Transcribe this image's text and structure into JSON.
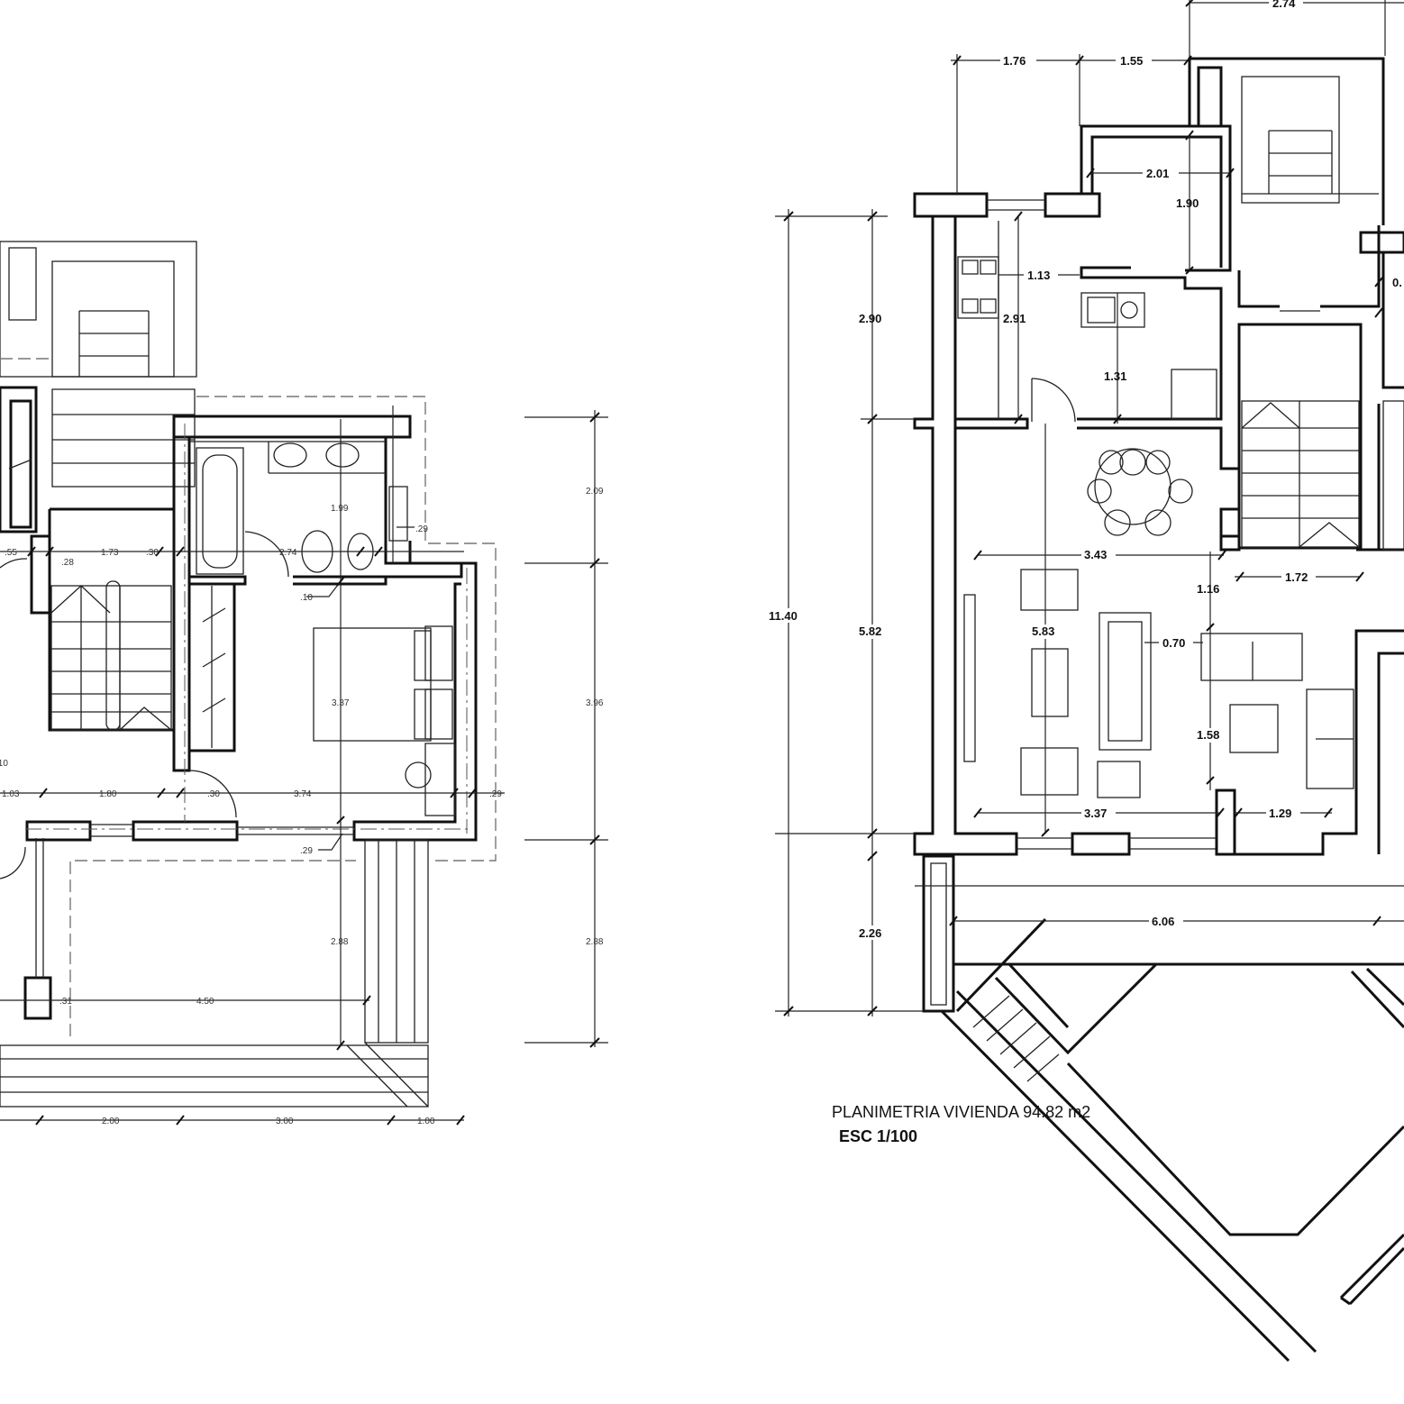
{
  "title": {
    "plan_name": "PLANIMETRIA VIVIENDA  94.82 m2",
    "scale": "ESC 1/100"
  },
  "left_plan": {
    "dims": {
      "v_209": "2.09",
      "v_396": "3.96",
      "v_288_outer": "2.88",
      "h_199": "1.99",
      "s_29_top": ".29",
      "s_55": ".55",
      "h_173": "1.73",
      "s_30_a": ".30",
      "h_274": "2.74",
      "s_28": ".28",
      "s_10_wc": ".10",
      "v_337": "3.37",
      "s_10_left": ".10",
      "h_103": "1.03",
      "h_180": "1.80",
      "s_30_b": ".30",
      "h_374": "3.74",
      "s_29_right": ".29",
      "s_29_bottom": ".29",
      "v_288_inner": "2.88",
      "h_450": "4.50",
      "s_31": ".31",
      "h_200": "2.00",
      "h_300": "3.00",
      "h_100": "1.00"
    }
  },
  "right_plan": {
    "dims": {
      "h_274": "2.74",
      "h_176": "1.76",
      "h_155": "1.55",
      "h_201": "2.01",
      "v_190": "1.90",
      "h_113": "1.13",
      "v_291": "2.91",
      "v_290": "2.90",
      "v_131": "1.31",
      "h_0x": "0.",
      "h_343": "3.43",
      "v_116": "1.16",
      "h_172": "1.72",
      "v_1140": "11.40",
      "v_582": "5.82",
      "v_583": "5.83",
      "h_070": "0.70",
      "v_158": "1.58",
      "h_337": "3.37",
      "h_129": "1.29",
      "v_226": "2.26",
      "h_606": "6.06"
    }
  }
}
